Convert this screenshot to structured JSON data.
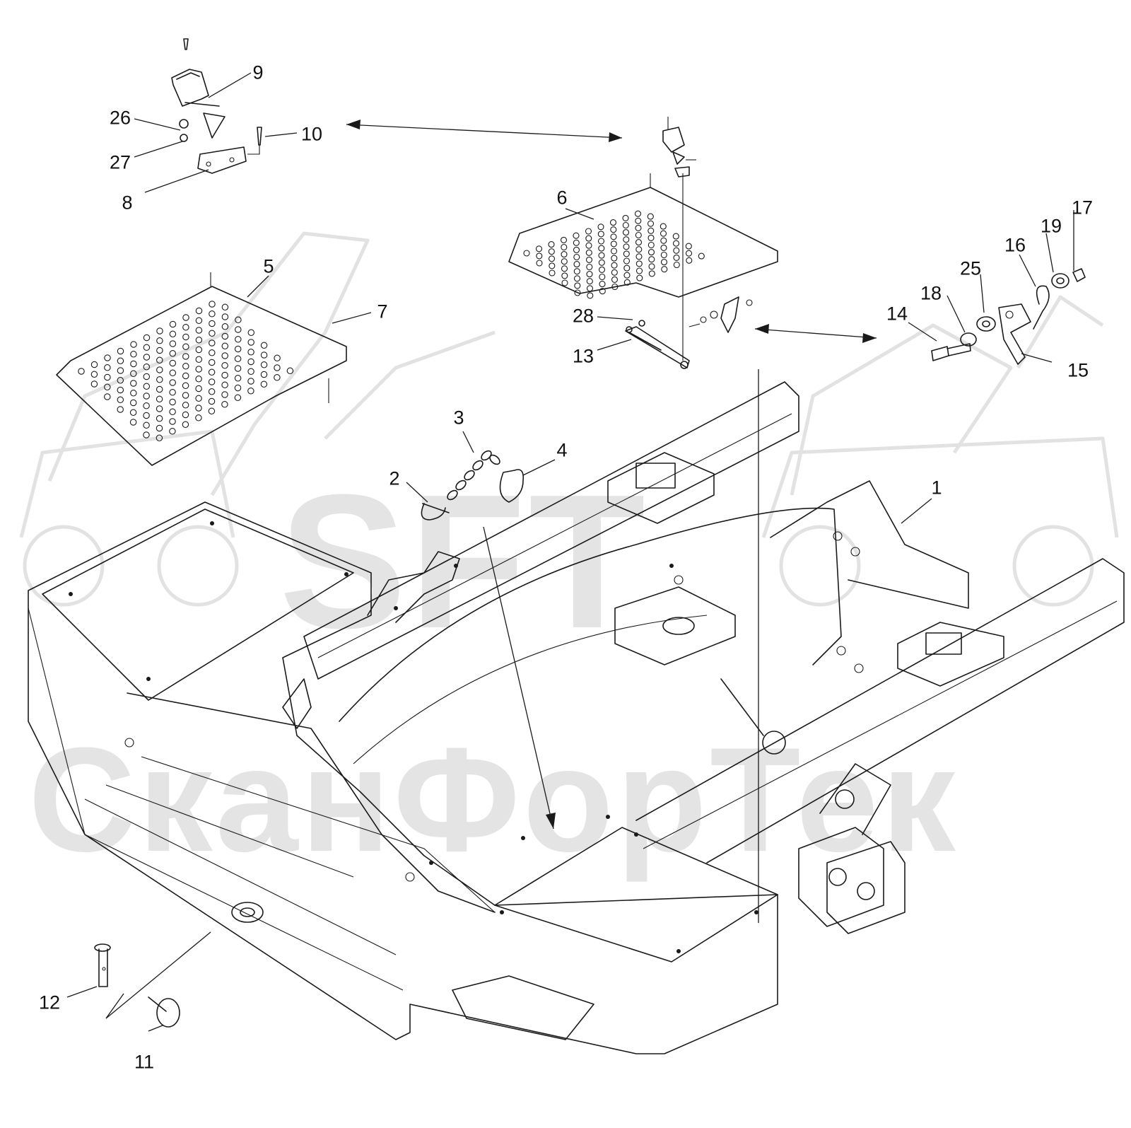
{
  "watermark": {
    "logo_text": "SFT",
    "company_text": "СканФорТек",
    "color": "#e4e4e4"
  },
  "line_color": "#1a1a1a",
  "callouts": [
    {
      "id": "1",
      "label": "1"
    },
    {
      "id": "2",
      "label": "2"
    },
    {
      "id": "3",
      "label": "3"
    },
    {
      "id": "4",
      "label": "4"
    },
    {
      "id": "5",
      "label": "5"
    },
    {
      "id": "6",
      "label": "6"
    },
    {
      "id": "7",
      "label": "7"
    },
    {
      "id": "8",
      "label": "8"
    },
    {
      "id": "9",
      "label": "9"
    },
    {
      "id": "10",
      "label": "10"
    },
    {
      "id": "11",
      "label": "11"
    },
    {
      "id": "12",
      "label": "12"
    },
    {
      "id": "13",
      "label": "13"
    },
    {
      "id": "14",
      "label": "14"
    },
    {
      "id": "15",
      "label": "15"
    },
    {
      "id": "16",
      "label": "16"
    },
    {
      "id": "17",
      "label": "17"
    },
    {
      "id": "18",
      "label": "18"
    },
    {
      "id": "19",
      "label": "19"
    },
    {
      "id": "25",
      "label": "25"
    },
    {
      "id": "26",
      "label": "26"
    },
    {
      "id": "27",
      "label": "27"
    },
    {
      "id": "28",
      "label": "28"
    }
  ]
}
